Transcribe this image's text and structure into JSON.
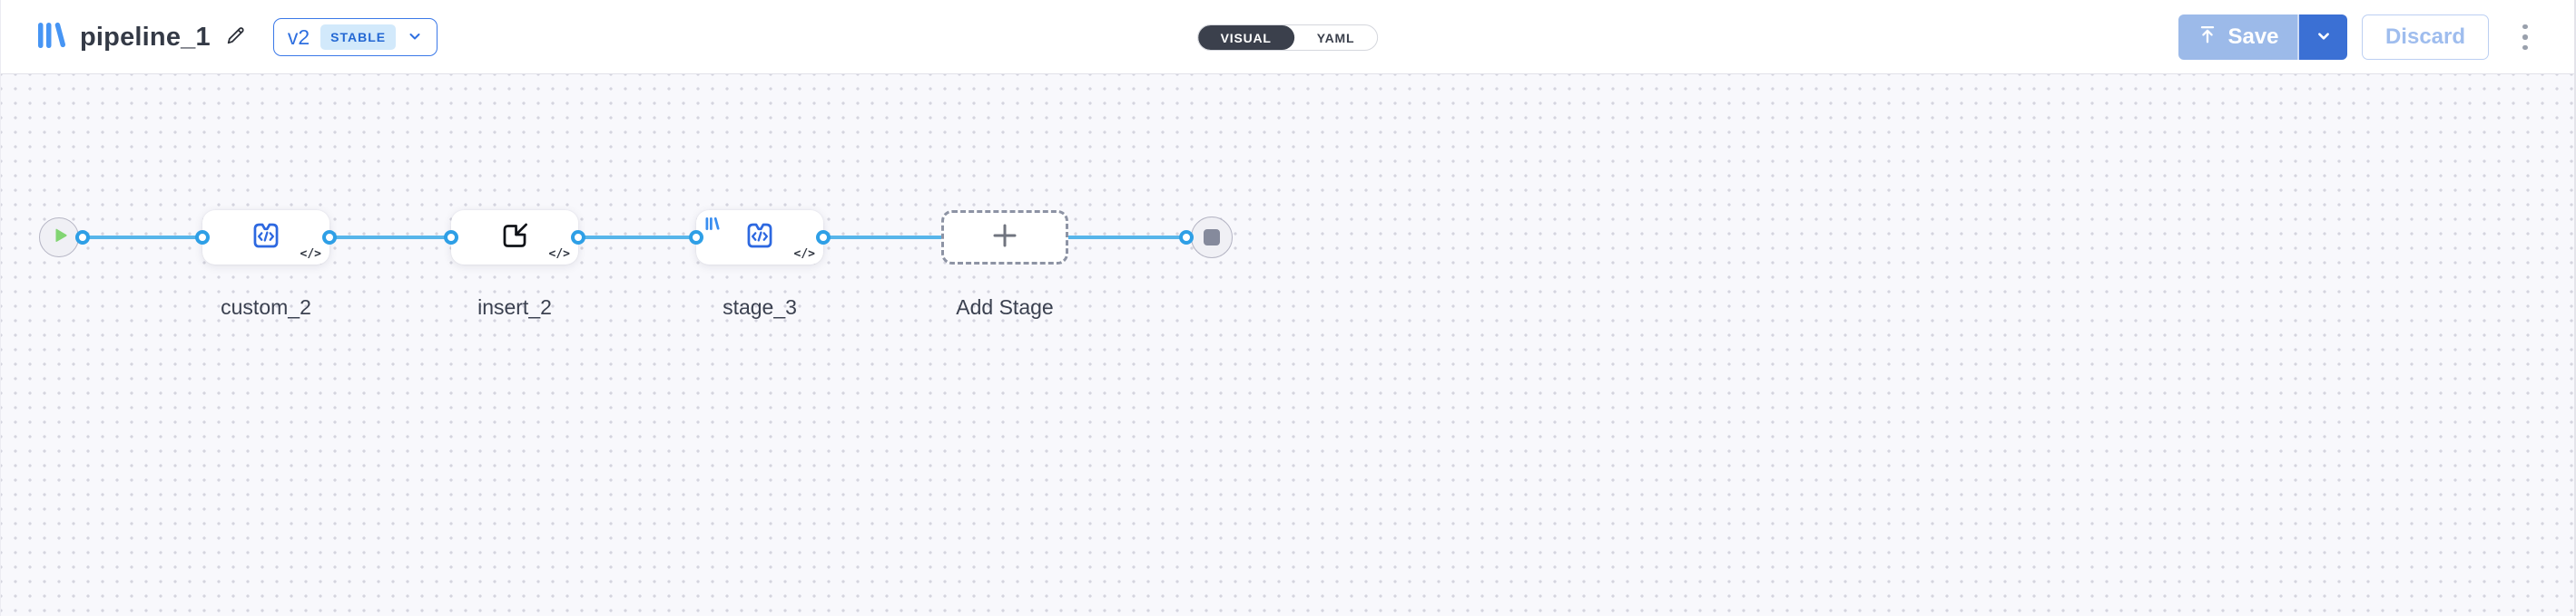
{
  "header": {
    "title": "pipeline_1",
    "version": {
      "label": "v2",
      "status": "STABLE"
    },
    "view_toggle": {
      "options": [
        "VISUAL",
        "YAML"
      ],
      "selected": "VISUAL"
    },
    "actions": {
      "save": "Save",
      "discard": "Discard"
    }
  },
  "canvas": {
    "code_glyph": "</>",
    "nodes": [
      {
        "id": "start",
        "kind": "trigger-node",
        "icon": "play-icon"
      },
      {
        "id": "custom_2",
        "label": "custom_2",
        "kind": "component-node",
        "icon": "puzzle-code-icon"
      },
      {
        "id": "insert_2",
        "label": "insert_2",
        "kind": "component-node",
        "icon": "insert-icon"
      },
      {
        "id": "stage_3",
        "label": "stage_3",
        "kind": "component-node",
        "icon": "puzzle-code-icon",
        "badge": "app-logo-icon"
      },
      {
        "id": "add_stage",
        "label": "Add Stage",
        "kind": "add-stage-node",
        "icon": "plus-icon"
      },
      {
        "id": "end",
        "kind": "stop-node",
        "icon": "stop-icon"
      }
    ],
    "connections": [
      [
        "start",
        "custom_2"
      ],
      [
        "custom_2",
        "insert_2"
      ],
      [
        "insert_2",
        "stage_3"
      ],
      [
        "stage_3",
        "add_stage"
      ],
      [
        "add_stage",
        "end"
      ]
    ]
  },
  "theme": {
    "brand_blue": "#3a78e8",
    "logo_blue": "#4795f4",
    "edge": "#57b5ea",
    "port": "#2e9fe6",
    "node_icon": "#2d68e0",
    "save_disabled": "#9cbae9",
    "save_menu": "#3b70d4",
    "toggle_active": "#3b404c",
    "play_green": "#82d573",
    "stop_gray": "#858a9c"
  }
}
